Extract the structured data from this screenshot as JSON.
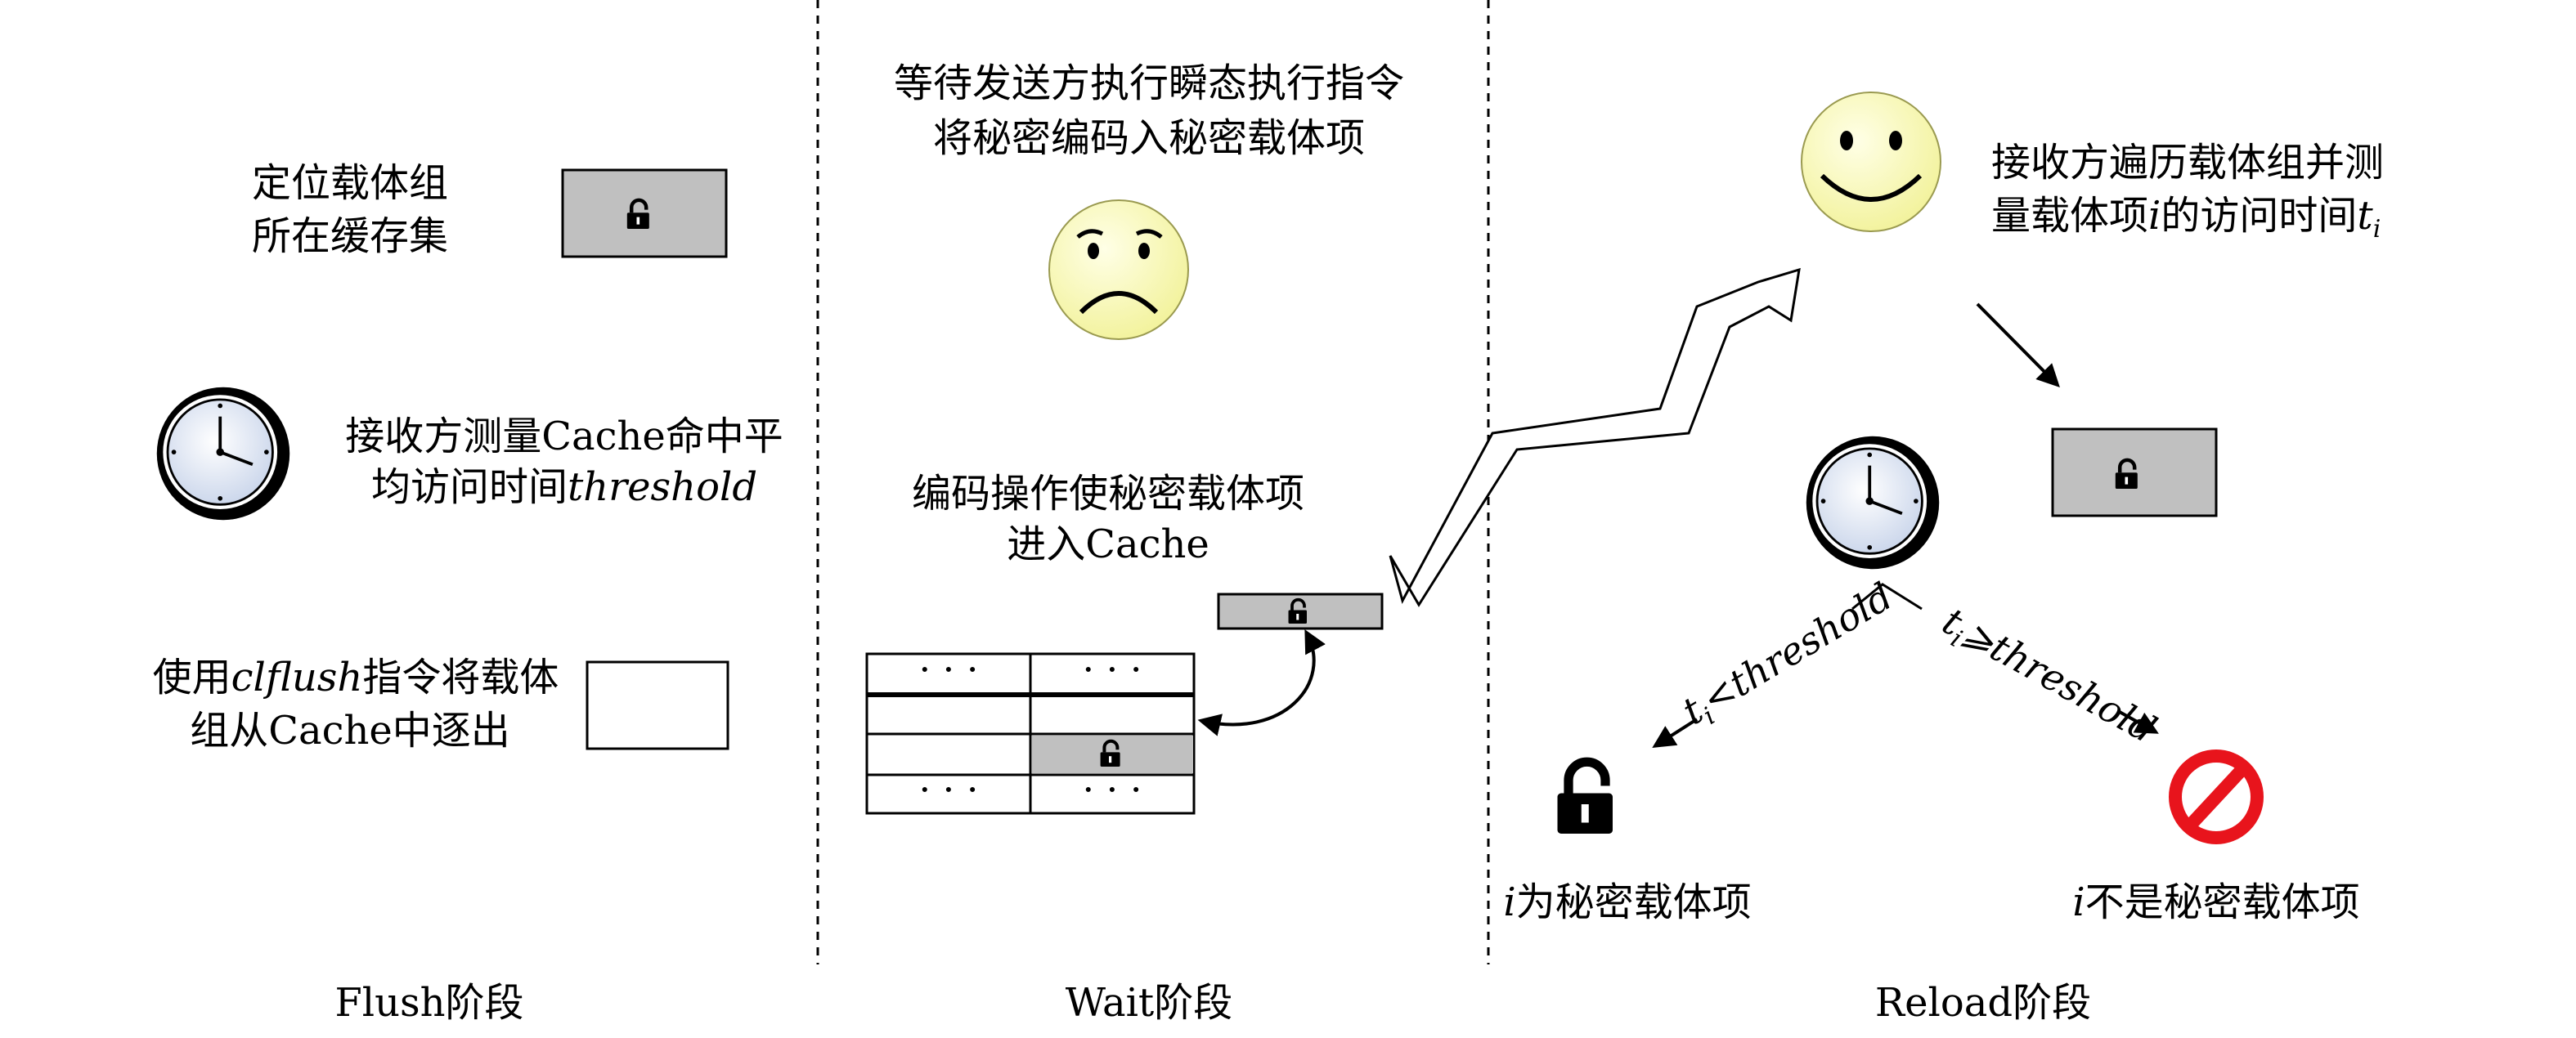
{
  "flush": {
    "label": "Flush阶段",
    "step1": [
      "定位载体组",
      "所在缓存集"
    ],
    "step2": {
      "line1": "接收方测量Cache命中平",
      "line2_text": "均访问时间",
      "line2_italic": "threshold"
    },
    "step3": {
      "line1_pre": "使用",
      "line1_italic": "clflush",
      "line1_post": "指令将载体",
      "line2": "组从Cache中逐出"
    }
  },
  "wait": {
    "label": "Wait阶段",
    "caption": [
      "等待发送方执行瞬态执行指令",
      "将秘密编码入秘密载体项"
    ],
    "encode": [
      "编码操作使秘密载体项",
      "进入Cache"
    ],
    "dots": "· · ·"
  },
  "reload": {
    "label": "Reload阶段",
    "caption": {
      "line1": "接收方遍历载体组并测",
      "line2_pre": "量载体项",
      "line2_i": "i",
      "line2_mid": "的访问时间",
      "line2_t": "t",
      "line2_sub": "i"
    },
    "branch_left": {
      "t": "t",
      "sub": "i",
      "text": "<threshold"
    },
    "branch_right": {
      "t": "t",
      "sub": "i",
      "text": "⩾threshold"
    },
    "result_yes": {
      "i": "i",
      "text": "为秘密载体项"
    },
    "result_no": {
      "i": "i",
      "text": "不是秘密载体项"
    }
  },
  "colors": {
    "cache_fill": "#c0c0c0",
    "face_fill": "#ffffc0",
    "prohibit": "#e8141c"
  },
  "icons": [
    "lock-icon",
    "clock-icon",
    "sad-face-icon",
    "smiley-face-icon",
    "prohibited-icon",
    "zigzag-arrow-icon"
  ]
}
